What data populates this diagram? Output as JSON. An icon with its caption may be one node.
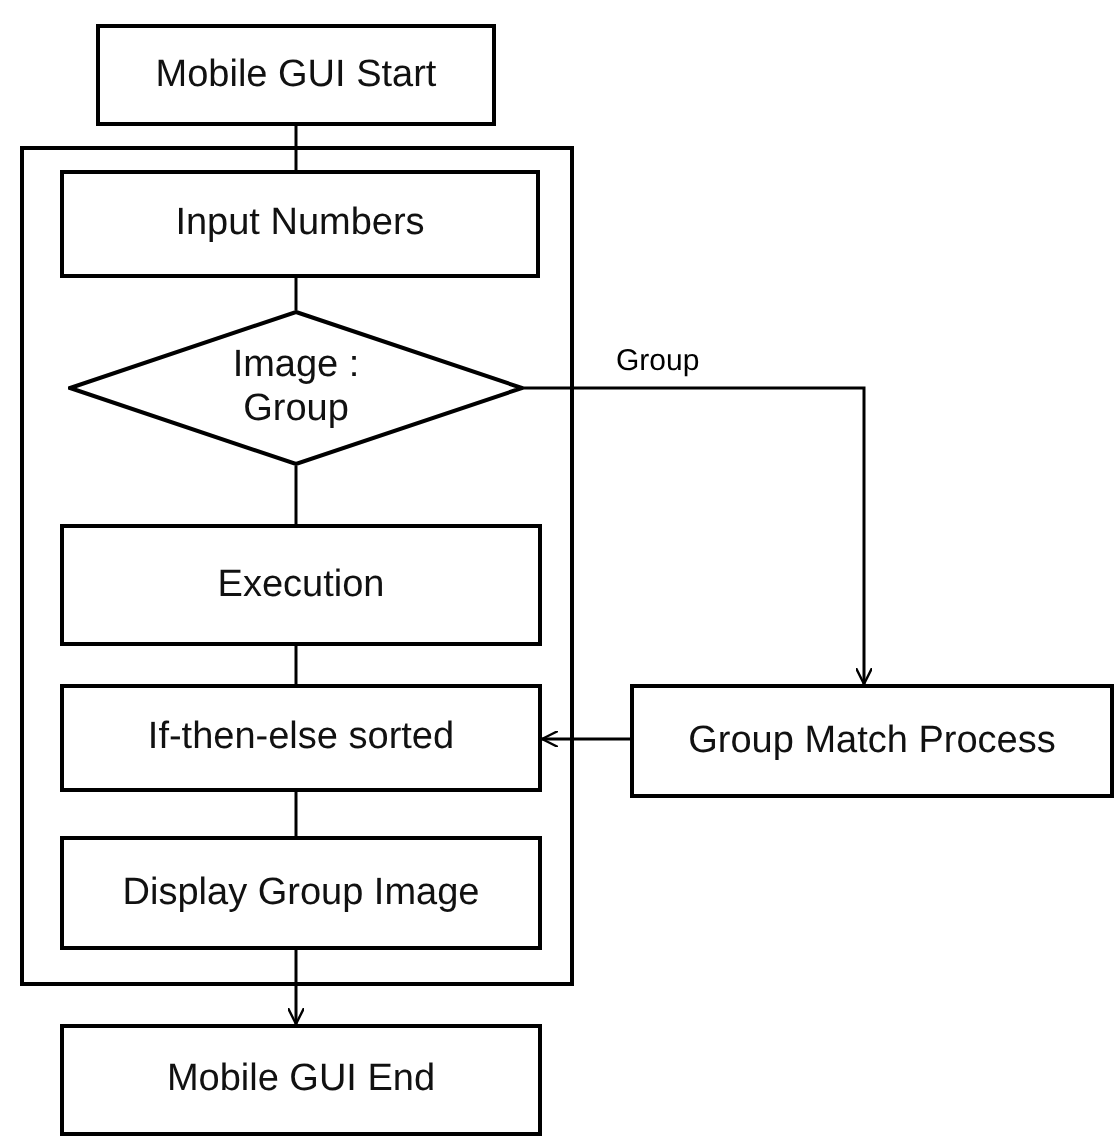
{
  "diagram": {
    "nodes": [
      {
        "text": [
          "Mobile GUI Start"
        ]
      },
      {
        "text": [],
        "shape": "box"
      },
      {
        "text": [
          "Input Numbers"
        ],
        "in": 1
      },
      {
        "text": [
          "Image : Group"
        ],
        "in": 1
      },
      {
        "text": [
          "Execution"
        ],
        "in": 1
      },
      {
        "text": [
          "If-then-else sorted"
        ],
        "in": 1
      },
      {
        "text": [
          "Display Group Image"
        ],
        "in": 1
      },
      {
        "text": [
          "Mobile GUI End"
        ]
      },
      {
        "text": [
          "Group Match Process"
        ]
      }
    ],
    "edges": [
      {
        "from": 0,
        "to": 2,
        "arrow": "none"
      },
      {
        "from": 2,
        "to": 3,
        "arrow": "none"
      },
      {
        "from": 3,
        "to": 4,
        "arrow": "none"
      },
      {
        "from": 3,
        "to": 8,
        "arrow": "to",
        "label": "Group"
      },
      {
        "from": 4,
        "to": 5,
        "arrow": "none"
      },
      {
        "from": 8,
        "to": 5,
        "arrow": "to"
      },
      {
        "from": 5,
        "to": 6,
        "arrow": "none"
      },
      {
        "from": 6,
        "to": 7,
        "arrow": "to"
      }
    ]
  }
}
